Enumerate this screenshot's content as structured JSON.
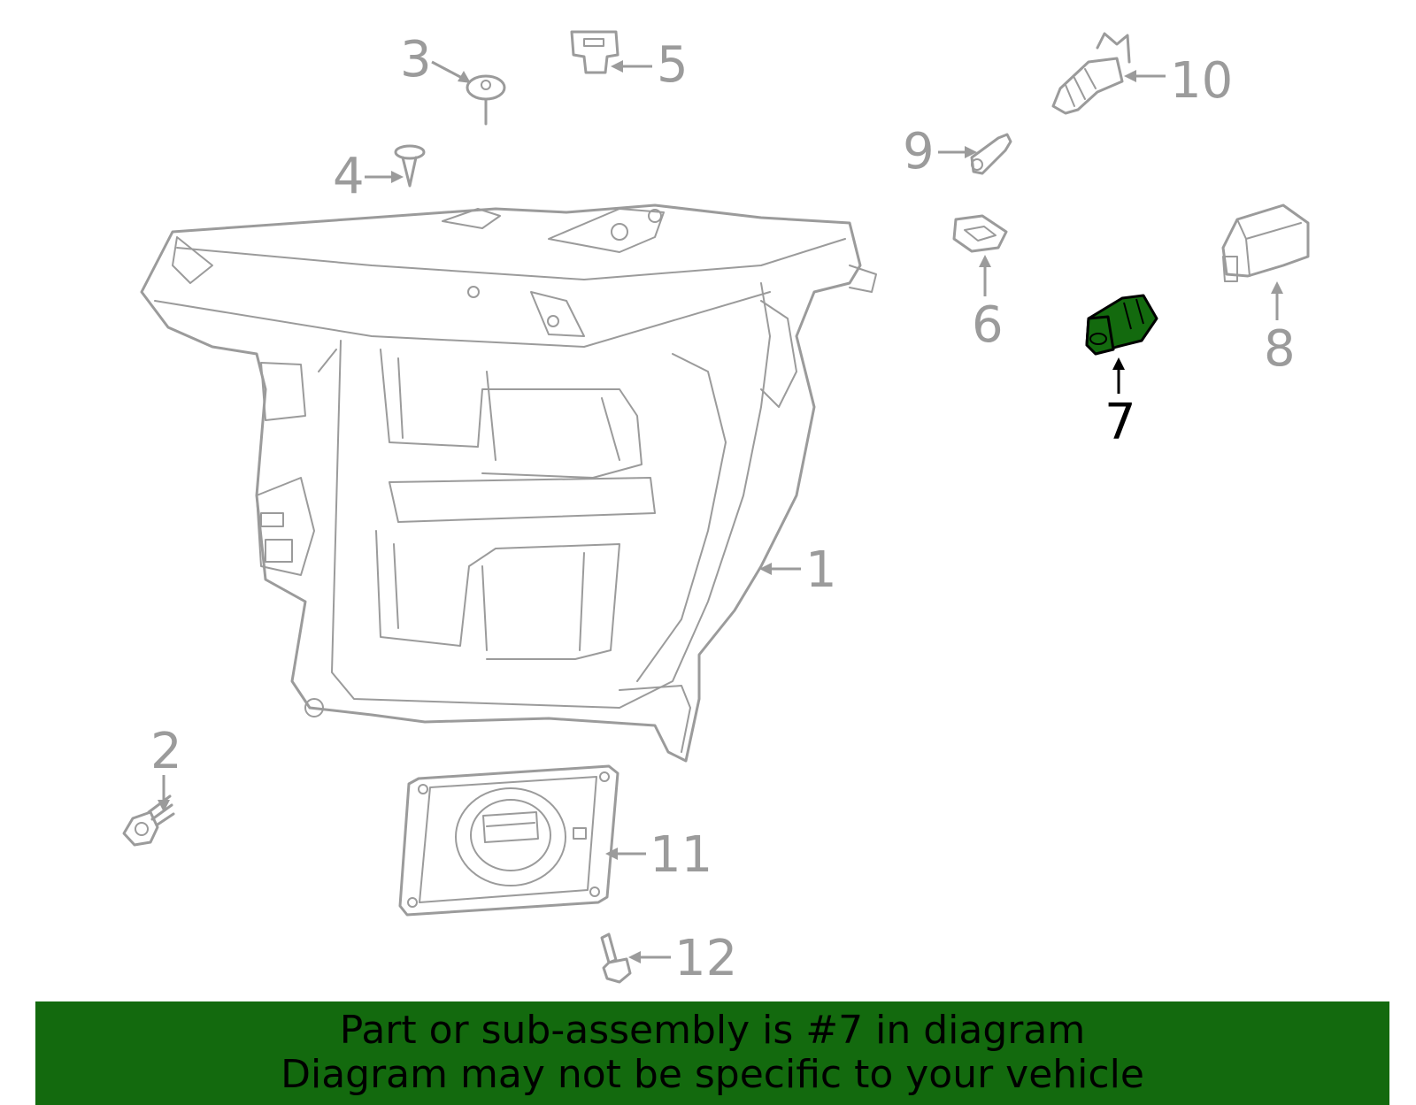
{
  "diagram": {
    "highlight_part": "7",
    "colors": {
      "outline": "#9b9b9b",
      "highlight": "#136a0e",
      "banner": "#136a0e",
      "highlight_label": "#000000"
    },
    "callouts": [
      {
        "id": "1",
        "label": "1"
      },
      {
        "id": "2",
        "label": "2"
      },
      {
        "id": "3",
        "label": "3"
      },
      {
        "id": "4",
        "label": "4"
      },
      {
        "id": "5",
        "label": "5"
      },
      {
        "id": "6",
        "label": "6"
      },
      {
        "id": "7",
        "label": "7"
      },
      {
        "id": "8",
        "label": "8"
      },
      {
        "id": "9",
        "label": "9"
      },
      {
        "id": "10",
        "label": "10"
      },
      {
        "id": "11",
        "label": "11"
      },
      {
        "id": "12",
        "label": "12"
      }
    ]
  },
  "banner": {
    "line1": "Part or sub-assembly is #7 in diagram",
    "line2": "Diagram may not be specific to your vehicle"
  }
}
